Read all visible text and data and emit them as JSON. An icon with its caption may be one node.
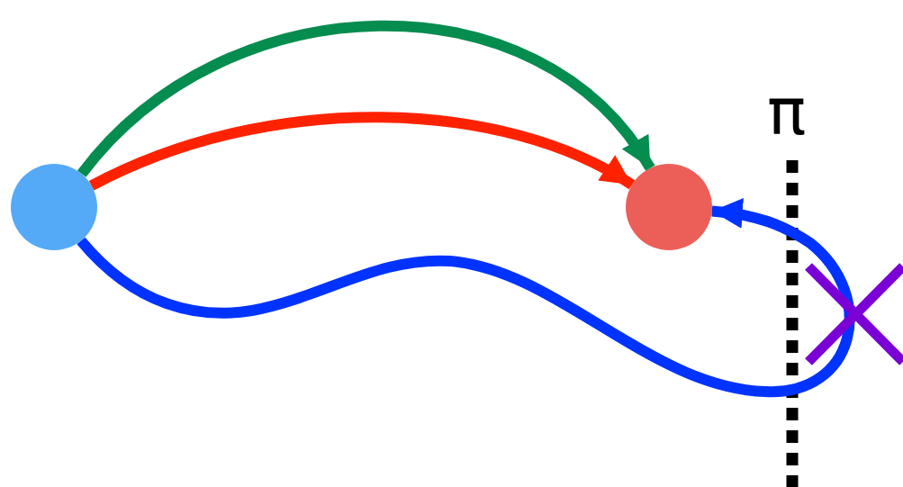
{
  "diagram": {
    "nodes": [
      {
        "text": [],
        "shape": "circle"
      },
      {
        "text": [],
        "shape": "circle"
      }
    ],
    "edges": [
      {
        "from": 0,
        "to": 1,
        "arrow": "to",
        "color": "#058c4f"
      },
      {
        "from": 0,
        "to": 1,
        "arrow": "to",
        "color": "#ff2200"
      },
      {
        "from": 0,
        "to": 1,
        "arrow": "to",
        "color": "#0033ff"
      }
    ],
    "labels": [
      "π"
    ]
  }
}
